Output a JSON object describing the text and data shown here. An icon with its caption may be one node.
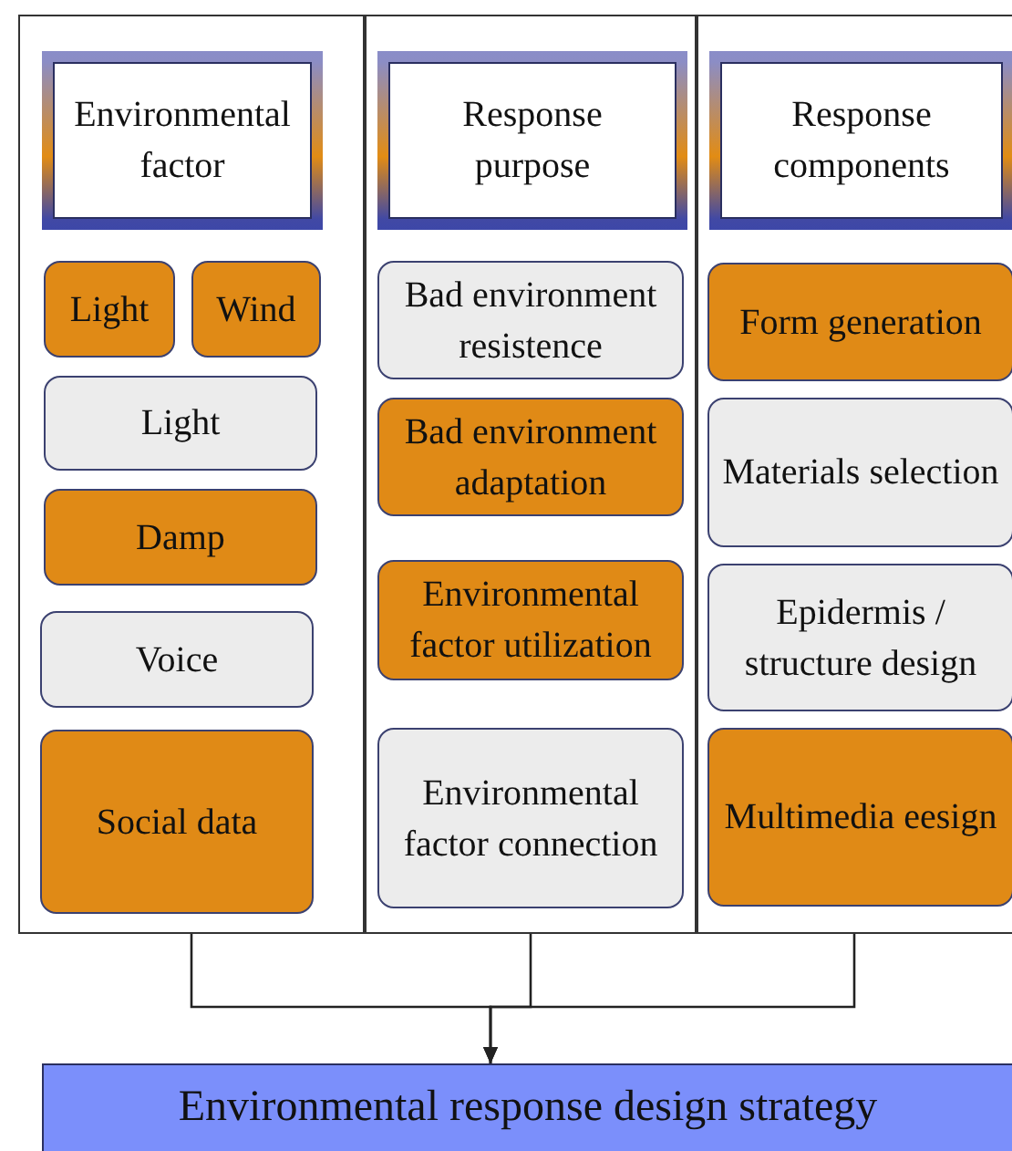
{
  "diagram": {
    "nodes": [
      {
        "text": [],
        "shape": "box"
      },
      {
        "text": [
          "Environmental factor"
        ],
        "in": 0
      },
      {
        "text": [
          "Light"
        ],
        "in": 0
      },
      {
        "text": [
          "Wind"
        ],
        "in": 0
      },
      {
        "text": [
          "Light"
        ],
        "in": 0
      },
      {
        "text": [
          "Damp"
        ],
        "in": 0
      },
      {
        "text": [
          "Voice"
        ],
        "in": 0
      },
      {
        "text": [
          "Social data"
        ],
        "in": 0
      },
      {
        "text": [],
        "shape": "box"
      },
      {
        "text": [
          "Response purpose"
        ],
        "in": 8
      },
      {
        "text": [
          "Bad environment resistence"
        ],
        "in": 8
      },
      {
        "text": [
          "Bad environment adaptation"
        ],
        "in": 8
      },
      {
        "text": [
          "Environmental factor utilization"
        ],
        "in": 8
      },
      {
        "text": [
          "Environmental factor connection"
        ],
        "in": 8
      },
      {
        "text": [],
        "shape": "box"
      },
      {
        "text": [
          "Response components"
        ],
        "in": 14
      },
      {
        "text": [
          "Form generation"
        ],
        "in": 14
      },
      {
        "text": [
          "Materials selection"
        ],
        "in": 14
      },
      {
        "text": [
          "Epidermis / structure design"
        ],
        "in": 14
      },
      {
        "text": [
          "Multimedia eesign"
        ],
        "in": 14
      },
      {
        "text": [
          "Environmental response design strategy"
        ]
      }
    ],
    "edges": [
      {
        "from": 0,
        "to": 20,
        "arrow": "to"
      },
      {
        "from": 8,
        "to": 20,
        "arrow": "to"
      },
      {
        "from": 14,
        "to": 20,
        "arrow": "to"
      }
    ]
  }
}
